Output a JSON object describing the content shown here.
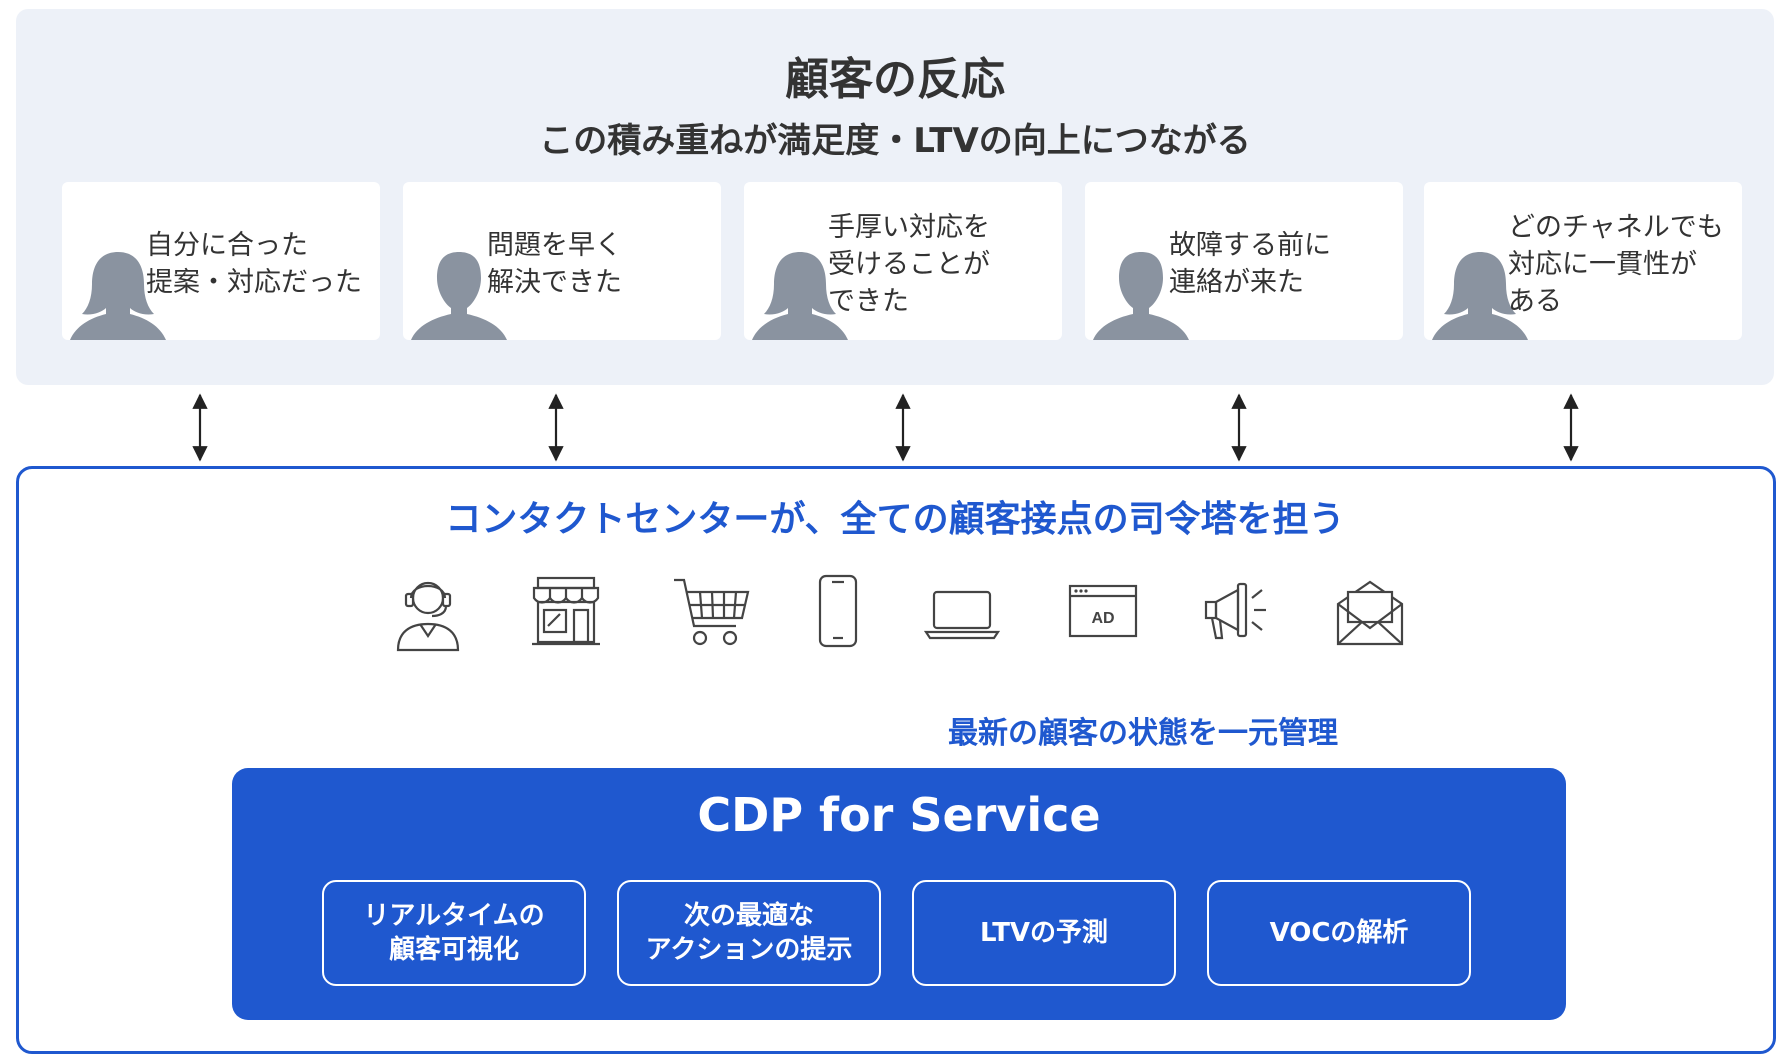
{
  "reaction": {
    "title": "顧客の反応",
    "subtitle": "この積み重ねが満足度・LTVの向上につながる",
    "cards": [
      {
        "text": "自分に合った\n提案・対応だった",
        "person": "woman-icon"
      },
      {
        "text": "問題を早く\n解決できた",
        "person": "man-icon"
      },
      {
        "text": "手厚い対応を\n受けることが\nできた",
        "person": "woman-icon"
      },
      {
        "text": "故障する前に\n連絡が来た",
        "person": "man-icon"
      },
      {
        "text": "どのチャネルでも\n対応に一貫性が\nある",
        "person": "woman-icon"
      }
    ]
  },
  "contact_center": {
    "heading": "コンタクトセンターが、全ての顧客接点の司令塔を担う",
    "channels": [
      {
        "icon": "operator-headset-icon"
      },
      {
        "icon": "storefront-icon"
      },
      {
        "icon": "shopping-cart-icon"
      },
      {
        "icon": "smartphone-icon"
      },
      {
        "icon": "laptop-icon"
      },
      {
        "icon": "web-ad-icon",
        "label": "AD"
      },
      {
        "icon": "megaphone-icon"
      },
      {
        "icon": "email-envelope-icon"
      }
    ],
    "manage_label": "最新の顧客の状態を一元管理"
  },
  "cdp": {
    "title": "CDP for Service",
    "features": [
      {
        "text": "リアルタイムの\n顧客可視化"
      },
      {
        "text": "次の最適な\nアクションの提示"
      },
      {
        "text": "LTVの予測"
      },
      {
        "text": "VOCの解析"
      }
    ]
  },
  "colors": {
    "accent": "#1f58cf",
    "top_panel_bg": "#edf1f8",
    "icon_gray": "#8a93a0",
    "text": "#333333"
  }
}
